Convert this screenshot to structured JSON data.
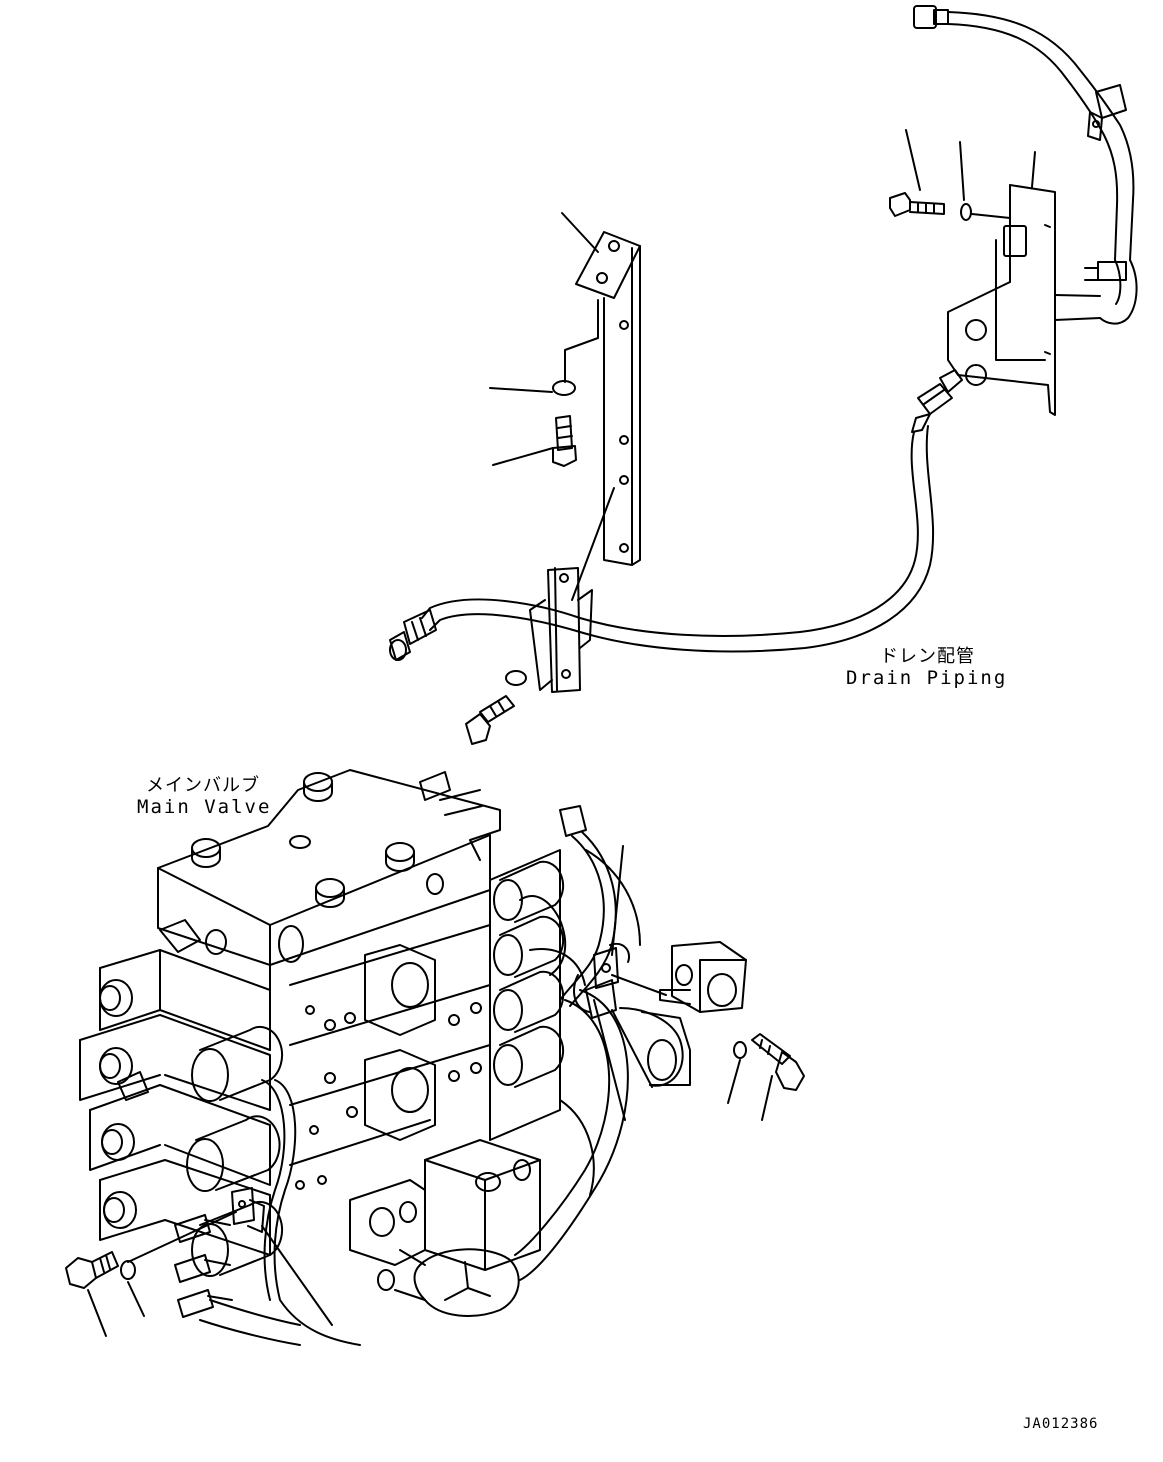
{
  "labels": {
    "drain_jp": "ドレン配管",
    "drain_en": "Drain Piping",
    "main_valve_jp": "メインバルブ",
    "main_valve_en": "Main Valve",
    "drawing_code": "JA012386"
  },
  "style": {
    "line_color": "#000000",
    "background": "#ffffff"
  }
}
